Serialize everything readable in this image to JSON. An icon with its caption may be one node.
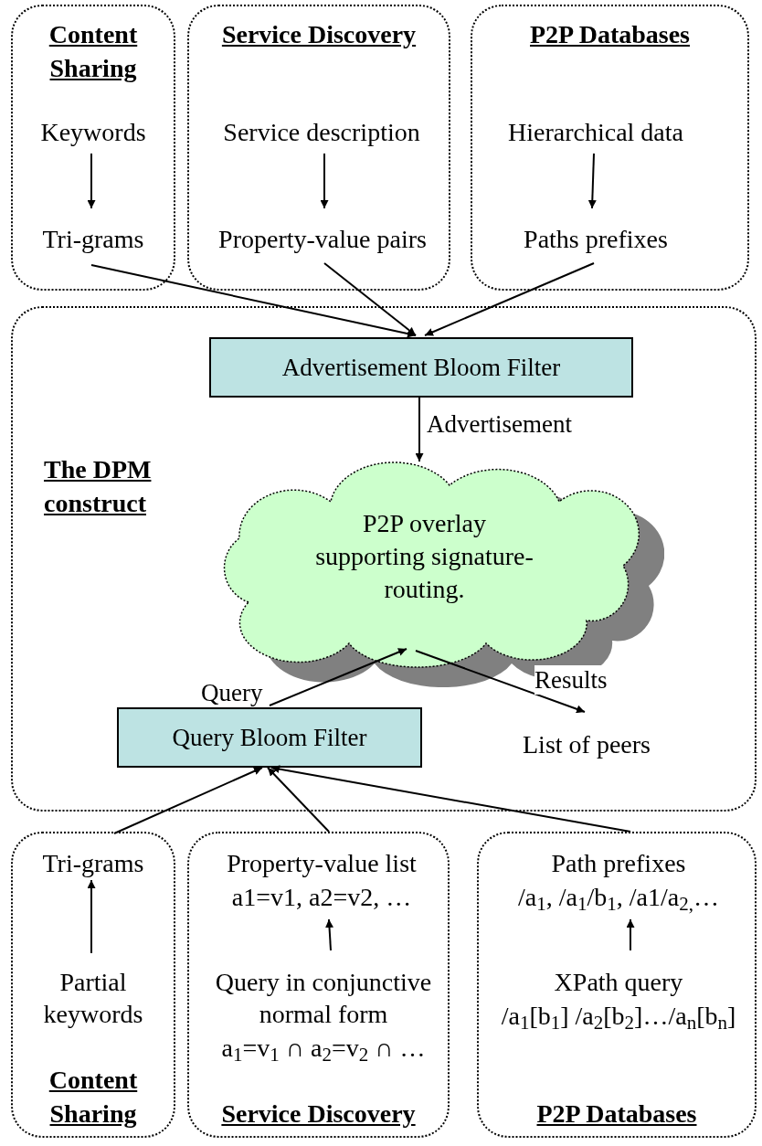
{
  "diagram": {
    "nodes": [
      {
        "text": [
          "Content Sharing"
        ]
      },
      {
        "text": [
          "Keywords"
        ],
        "in": 0
      },
      {
        "text": [
          "Tri-grams"
        ],
        "in": 0
      },
      {
        "text": [
          "Service Discovery"
        ]
      },
      {
        "text": [
          "Service description"
        ],
        "in": 3
      },
      {
        "text": [
          "Property-value pairs"
        ],
        "in": 3
      },
      {
        "text": [
          "P2P Databases"
        ]
      },
      {
        "text": [
          "Hierarchical data"
        ],
        "in": 6
      },
      {
        "text": [
          "Paths prefixes"
        ],
        "in": 6
      },
      {
        "text": [
          "The DPM construct"
        ]
      },
      {
        "text": [
          "Advertisement Bloom Filter"
        ],
        "in": 9
      },
      {
        "text": [
          "P2P overlay supporting signature-routing."
        ],
        "in": 9
      },
      {
        "text": [
          "Query Bloom Filter"
        ],
        "in": 9
      },
      {
        "text": [
          "List of peers"
        ],
        "in": 9
      },
      {
        "text": [
          "Content Sharing"
        ]
      },
      {
        "text": [
          "Tri-grams"
        ],
        "in": 14
      },
      {
        "text": [
          "Partial keywords"
        ],
        "in": 14
      },
      {
        "text": [
          "Service Discovery"
        ]
      },
      {
        "text": [
          "Property-value list",
          "a1=v1, a2=v2, …"
        ],
        "in": 17
      },
      {
        "text": [
          "Query in conjunctive normal form",
          "a$_{1}$=v$_{1}$ ∩ a$_{2}$=v$_{2}$  ∩  …"
        ],
        "in": 17
      },
      {
        "text": [
          "P2P Databases"
        ]
      },
      {
        "text": [
          "Path prefixes",
          "/a$_{1}$, /a$_{1}$/b$_{1}$, /a1/a$_{2,}$…"
        ],
        "in": 20
      },
      {
        "text": [
          "XPath query",
          "/a$_{1}$[b$_{1}$] /a$_{2}$[b$_{2}$]…/a$_{n}$[b$_{n}$]"
        ],
        "in": 20
      }
    ],
    "edges": [
      {
        "from": 1,
        "to": 2,
        "arrow": "to"
      },
      {
        "from": 4,
        "to": 5,
        "arrow": "to"
      },
      {
        "from": 7,
        "to": 8,
        "arrow": "to"
      },
      {
        "from": 2,
        "to": 10,
        "arrow": "to"
      },
      {
        "from": 5,
        "to": 10,
        "arrow": "to"
      },
      {
        "from": 8,
        "to": 10,
        "arrow": "to"
      },
      {
        "from": 10,
        "to": 11,
        "arrow": "to",
        "label": "Advertisement"
      },
      {
        "from": 12,
        "to": 11,
        "arrow": "to",
        "label": "Query"
      },
      {
        "from": 11,
        "to": 13,
        "arrow": "to",
        "label": "Results"
      },
      {
        "from": 15,
        "to": 12,
        "arrow": "to"
      },
      {
        "from": 18,
        "to": 12,
        "arrow": "to"
      },
      {
        "from": 21,
        "to": 12,
        "arrow": "to"
      },
      {
        "from": 16,
        "to": 15,
        "arrow": "to"
      },
      {
        "from": 19,
        "to": 18,
        "arrow": "to"
      },
      {
        "from": 22,
        "to": 21,
        "arrow": "to"
      }
    ]
  }
}
